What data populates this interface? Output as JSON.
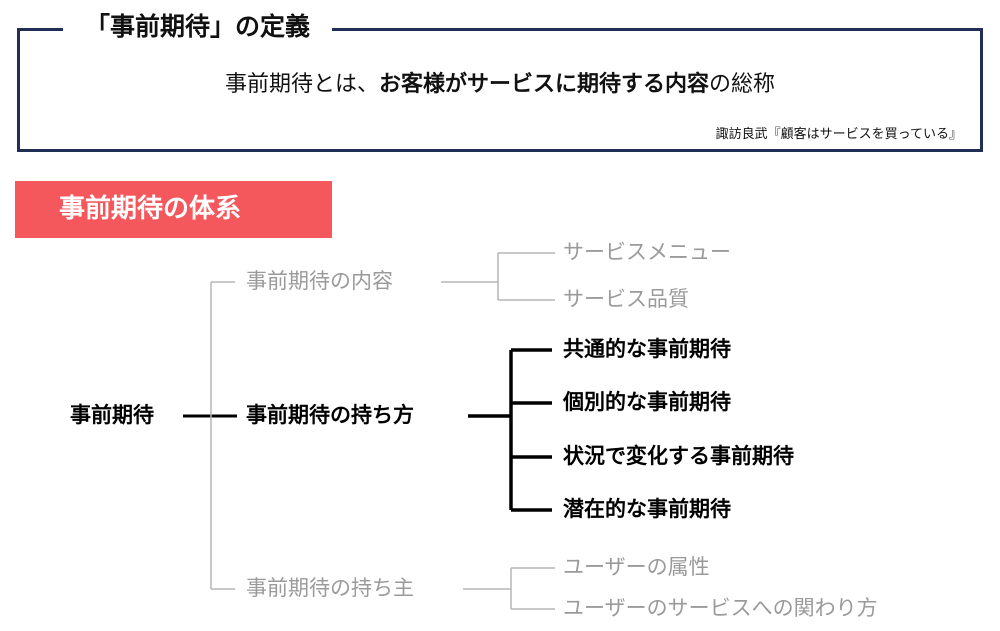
{
  "definition": {
    "title": "「事前期待」の定義",
    "text_part1": "事前期待とは、",
    "text_bold": "お客様がサービスに期待する内容",
    "text_part2": "の総称",
    "source": "諏訪良武『顧客はサービスを買っている』"
  },
  "banner": {
    "label": "事前期待の体系",
    "color": "#f4585d"
  },
  "tree": {
    "root": "事前期待",
    "branches": [
      {
        "label": "事前期待の内容",
        "style": "gray",
        "children": [
          "サービスメニュー",
          "サービス品質"
        ]
      },
      {
        "label": "事前期待の持ち方",
        "style": "bold",
        "children": [
          "共通的な事前期待",
          "個別的な事前期待",
          "状況で変化する事前期待",
          "潜在的な事前期待"
        ]
      },
      {
        "label": "事前期待の持ち主",
        "style": "gray",
        "children": [
          "ユーザーの属性",
          "ユーザーのサービスへの関わり方"
        ]
      }
    ]
  },
  "colors": {
    "frame": "#1f2f55",
    "muted_text": "#9a9a9a",
    "muted_line": "#b5b5b5",
    "emphasis": "#000000"
  }
}
